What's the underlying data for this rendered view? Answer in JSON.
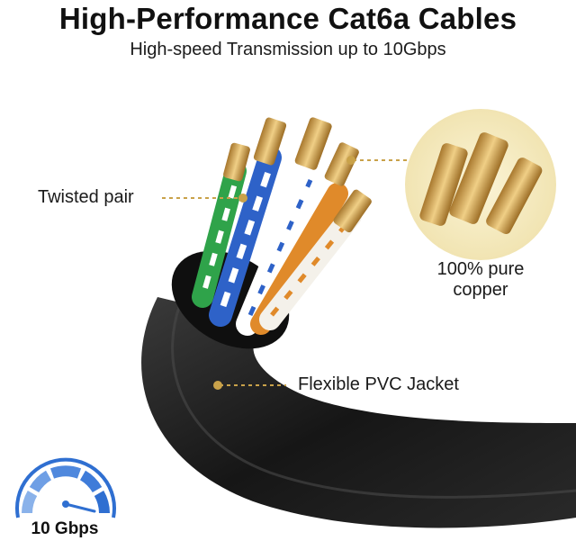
{
  "header": {
    "title": "High-Performance Cat6a Cables",
    "subtitle": "High-speed Transmission up to 10Gbps"
  },
  "callouts": {
    "twisted_pair": "Twisted pair",
    "copper_line1": "100% pure",
    "copper_line2": "copper",
    "jacket": "Flexible PVC Jacket"
  },
  "speed_badge": {
    "label": "10 Gbps"
  },
  "colors": {
    "accent_gold": "#c9a24a",
    "gauge_blue": "#2f6fd1",
    "jacket_black": "#1b1b1b",
    "copper_circle_bg": "#f4ecc6"
  }
}
